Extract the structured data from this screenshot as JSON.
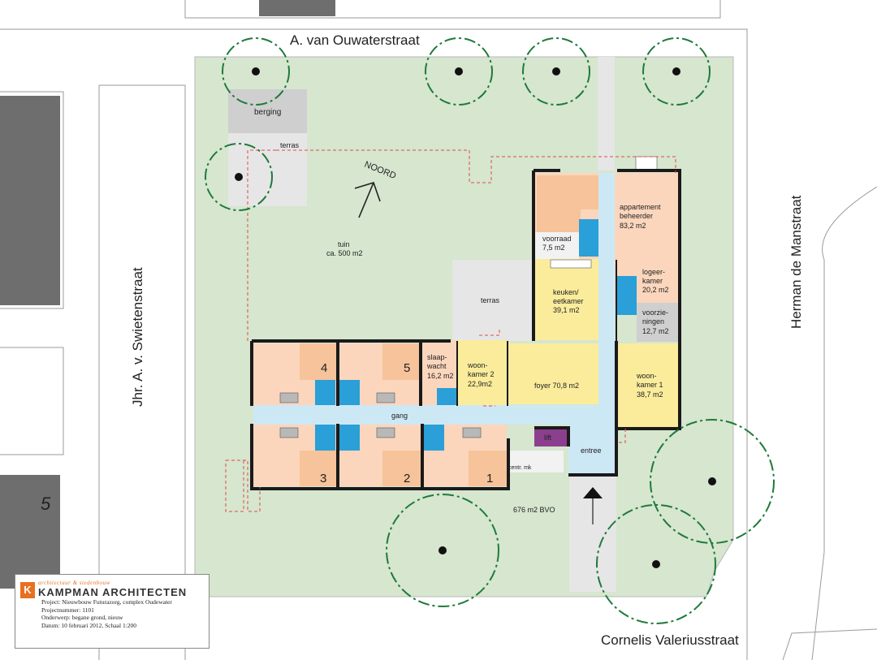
{
  "streets": {
    "top": "A. van Ouwaterstraat",
    "left": "Jhr. A. v. Swietenstraat",
    "right": "Herman de Manstraat",
    "bottom": "Cornelis Valeriusstraat"
  },
  "neighbour_number": "5",
  "north_label": "NOORD",
  "garden": {
    "tuin": "tuin",
    "area": "ca. 500 m2"
  },
  "outbuildings": {
    "berging": "berging",
    "terras_top": "terras",
    "terras_mid": "terras"
  },
  "rooms": {
    "appartement_l1": "appartement",
    "appartement_l2": "beheerder",
    "appartement_l3": "83,2 m2",
    "voorraad_l1": "voorraad",
    "voorraad_l2": "7,5 m2",
    "logeer_l1": "logeer-",
    "logeer_l2": "kamer",
    "logeer_l3": "20,2 m2",
    "voorz_l1": "voorzie-",
    "voorz_l2": "ningen",
    "voorz_l3": "12,7 m2",
    "keuken_l1": "keuken/",
    "keuken_l2": "eetkamer",
    "keuken_l3": "39,1 m2",
    "slaap_l1": "slaap-",
    "slaap_l2": "wacht",
    "slaap_l3": "16,2 m2",
    "woon2_l1": "woon-",
    "woon2_l2": "kamer 2",
    "woon2_l3": "22,9m2",
    "foyer": "foyer 70,8 m2",
    "woon1_l1": "woon-",
    "woon1_l2": "kamer 1",
    "woon1_l3": "38,7 m2",
    "gang": "gang",
    "lift": "lift",
    "entree": "entree",
    "centr": "centr. mk",
    "bvo": "676 m2 BVO",
    "n1": "1",
    "n2": "2",
    "n3": "3",
    "n4": "4",
    "n5": "5"
  },
  "colors": {
    "garden": "#d6e6cf",
    "bedroom": "#fbd6bc",
    "bedroom_accent": "#f6c39a",
    "living": "#fbec9c",
    "corridor": "#cde8f5",
    "bathroom": "#2a9fd8",
    "lift": "#8c3f8f",
    "tree": "#1f7a3a",
    "boundary": "#e24a4a",
    "wall": "#1a1a1a",
    "grey_pave": "#e6e6e6"
  },
  "titleblock": {
    "logo_mark": "K",
    "tagline": "architectuur & stedenbouw",
    "company": "KAMPMAN ARCHITECTEN",
    "project": "Project: Nieuwbouw Futurazorg, complex Oudewater",
    "projectnummer": "Projectnummer: 1101",
    "onderwerp": "Onderwerp: begane grond, nieuw",
    "datum": "Datum: 10 februari 2012, Schaal 1:200"
  }
}
